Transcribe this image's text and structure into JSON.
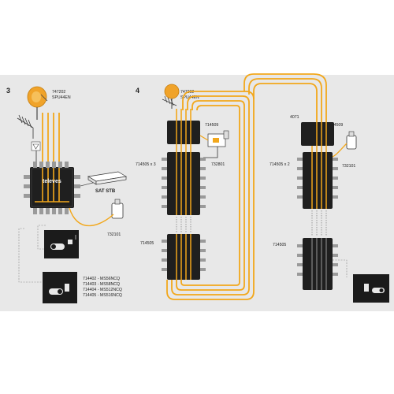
{
  "diagram": {
    "step3": {
      "number": "3",
      "lnb_codes": [
        "747202",
        "SPU44EN"
      ],
      "brand": "televes",
      "stb_label": "SAT STB",
      "psu_code": "732101",
      "models": [
        "714402 - MS56NCQ",
        "714403 - MS58NCQ",
        "714404 - MS512NCQ",
        "714405 - MS516NCQ"
      ]
    },
    "step4": {
      "number": "4",
      "lnb_codes": [
        "747202",
        "SPU44EN"
      ],
      "amp_code": "714509",
      "amp_code_right": "714509",
      "left_group": "714505 x 3",
      "bottom_left": "714505",
      "right_group": "714505 x 2",
      "right_single": "714505",
      "psu_code_left": "732801",
      "psu_code_right": "732101",
      "terminator": "4071"
    },
    "colors": {
      "background_panel": "#e8e8e8",
      "cable": "#f2a71b",
      "device": "#1f1f1f",
      "dish": "#f0a32a"
    }
  }
}
